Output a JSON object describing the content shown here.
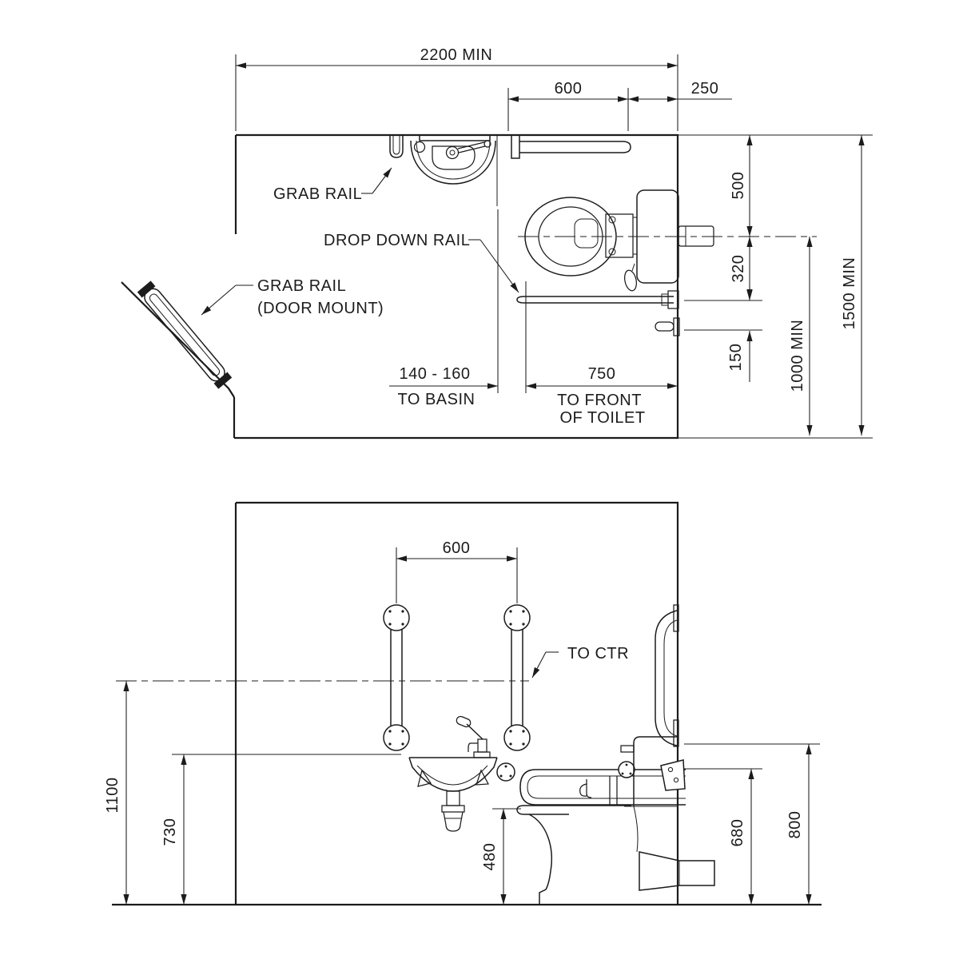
{
  "plan": {
    "dims": {
      "overall_width": "2200 MIN",
      "grab_rail_length": "600",
      "rail_to_corner": "250",
      "wall_to_toilet_centerline": "500",
      "centerline_to_drop_rail": "320",
      "drop_rail_to_roll_holder": "150",
      "transfer_space": "1000 MIN",
      "room_depth": "1500 MIN",
      "basin_clearance": "140 - 160",
      "basin_clearance_note": "TO BASIN",
      "toilet_projection": "750",
      "toilet_projection_note1": "TO FRONT",
      "toilet_projection_note2": "OF TOILET"
    },
    "labels": {
      "grab_rail": "GRAB RAIL",
      "drop_down_rail": "DROP DOWN RAIL",
      "door_rail_line1": "GRAB RAIL",
      "door_rail_line2": "(DOOR MOUNT)"
    }
  },
  "elevation": {
    "dims": {
      "rail_spacing": "600",
      "rail_centre_height": "1100",
      "basin_height": "730",
      "seat_height": "480",
      "drop_rail_height": "680",
      "side_rail_height": "800"
    },
    "labels": {
      "to_centre": "TO CTR"
    }
  }
}
